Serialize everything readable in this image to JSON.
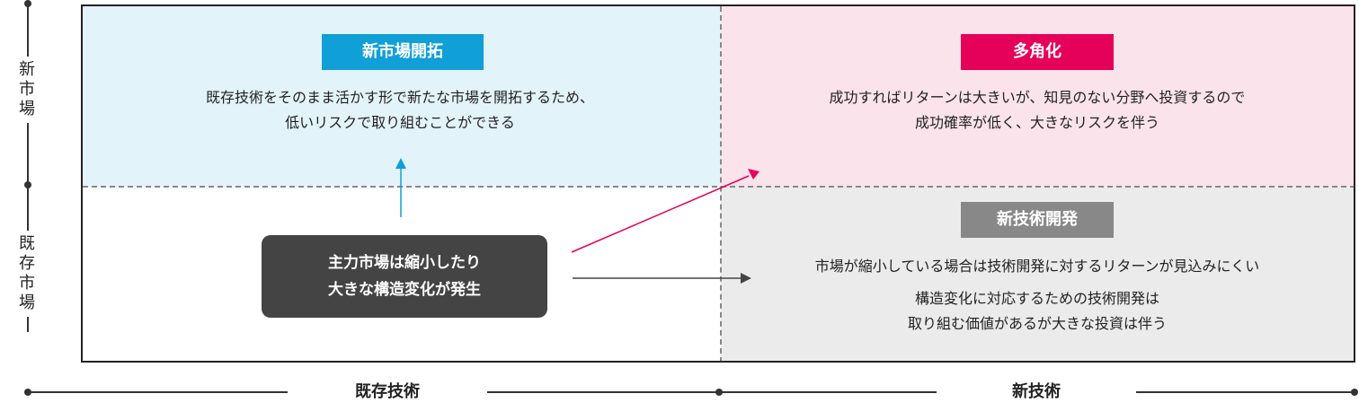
{
  "y_axis": {
    "top_label": "新\n市\n場",
    "bottom_label": "既\n存\n市\n場"
  },
  "x_axis": {
    "left_label": "既存技術",
    "right_label": "新技術"
  },
  "quadrants": {
    "top_left": {
      "title": "新市場開拓",
      "title_color": "#109fd6",
      "bg_color": "#e3f3fa",
      "lines": [
        "既存技術をそのまま活かす形で新たな市場を開拓するため、",
        "低いリスクで取り組むことができる"
      ]
    },
    "top_right": {
      "title": "多角化",
      "title_color": "#e5005a",
      "bg_color": "#fbe3eb",
      "lines": [
        "成功すればリターンは大きいが、知見のない分野へ投資するので",
        "成功確率が低く、大きなリスクを伴う"
      ]
    },
    "bottom_right": {
      "title": "新技術開発",
      "title_color": "#888888",
      "bg_color": "#ebebeb",
      "line1": "市場が縮小している場合は技術開発に対するリターンが見込みにくい",
      "line2": "構造変化に対応するための技術開発は",
      "line3": "取り組む価値があるが大きな投資は伴う"
    }
  },
  "center_box": {
    "line1": "主力市場は縮小したり",
    "line2": "大きな構造変化が発生"
  },
  "colors": {
    "arrow_up": "#109fd6",
    "arrow_diag": "#e5005a",
    "arrow_right": "#444444"
  }
}
